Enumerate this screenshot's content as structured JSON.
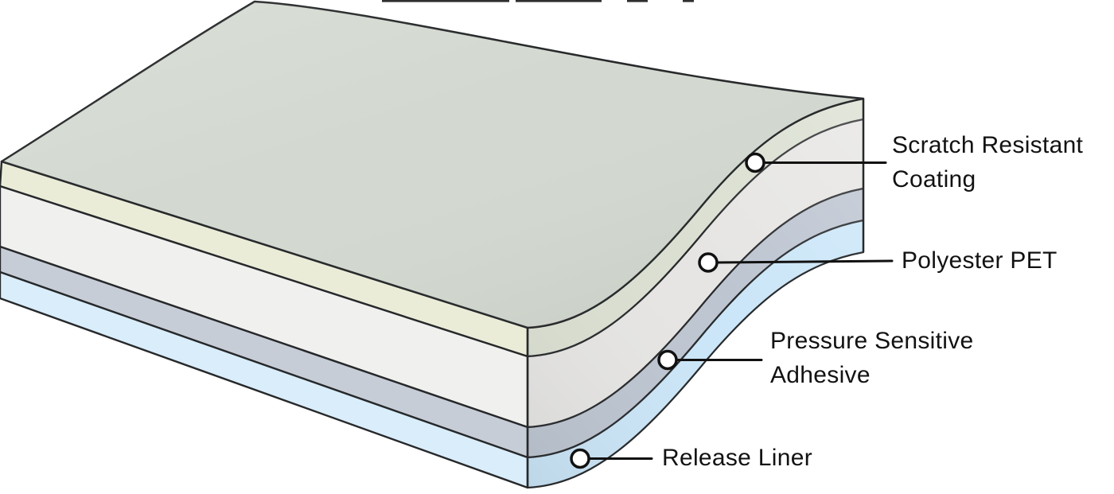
{
  "diagram": {
    "background_color": "#ffffff",
    "outline_color": "#26282a",
    "callout": {
      "line_color": "#111111",
      "marker_fill": "#ffffff",
      "marker_stroke": "#111111"
    },
    "layers": [
      {
        "id": "scratch-resistant-coating",
        "label": "Scratch Resistant\nCoating",
        "top_surface_color": "#d3d9d0",
        "face_color": "#eaecd8",
        "sweep_color": "#dadfd1"
      },
      {
        "id": "polyester-pet",
        "label": "Polyester PET",
        "face_color": "#f0f0ee",
        "sweep_color": "#e6e5e3"
      },
      {
        "id": "pressure-sensitive-adhesive",
        "label": "Pressure Sensitive\nAdhesive",
        "face_color": "#c7cdd7",
        "sweep_color": "#bdc5d1"
      },
      {
        "id": "release-liner",
        "label": "Release Liner",
        "face_color": "#d9edfa",
        "sweep_color": "#cbe6f8"
      }
    ]
  }
}
